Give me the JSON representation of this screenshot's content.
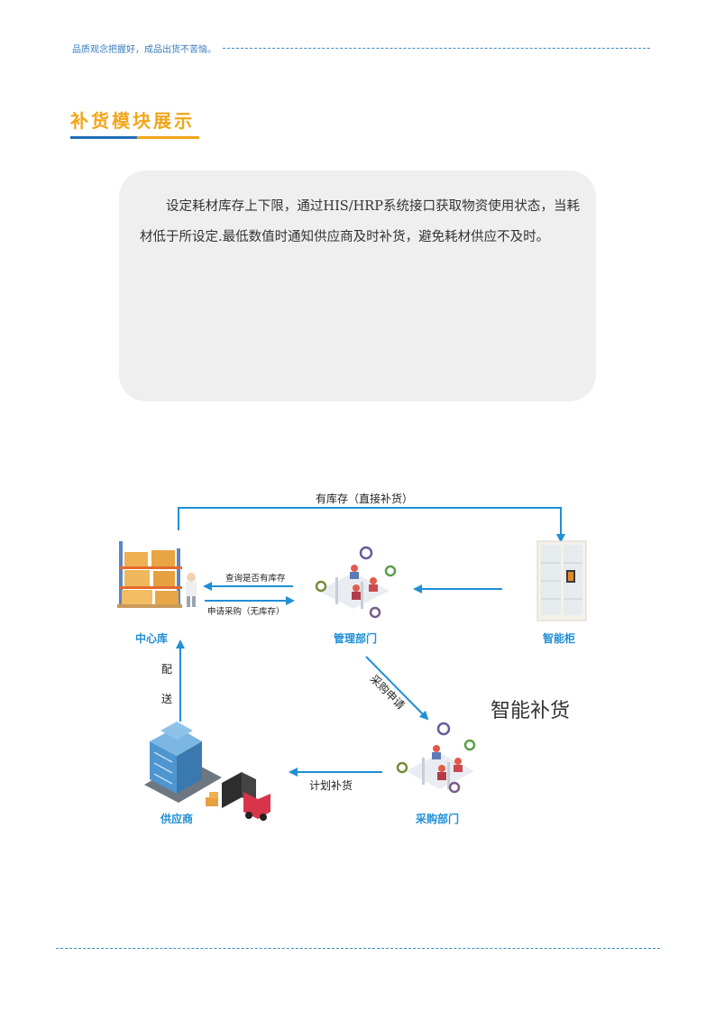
{
  "header": {
    "slogan": "品质观念把握好，成品出货不苦恼。"
  },
  "section": {
    "title": "补货模块展示",
    "description": "设定耗材库存上下限，通过HIS/HRP系统接口获取物资使用状态，当耗材低于所设定.最低数值时通知供应商及时补货，避免耗材供应不及时。"
  },
  "diagram": {
    "title": "智能补货",
    "nodes": {
      "central_warehouse": "中心库",
      "management_dept": "管理部门",
      "smart_cabinet": "智能柜",
      "purchasing_dept": "采购部门",
      "supplier": "供应商"
    },
    "edges": {
      "in_stock_direct": "有库存（直接补货）",
      "query_stock": "查询是否有库存",
      "request_purchase": "申请采购（无库存）",
      "purchase_request": "采购申请",
      "planned_restock": "计划补货",
      "delivery_char1": "配",
      "delivery_char2": "送"
    },
    "colors": {
      "arrow": "#1f8fd6",
      "label": "#1f8fd6"
    }
  }
}
